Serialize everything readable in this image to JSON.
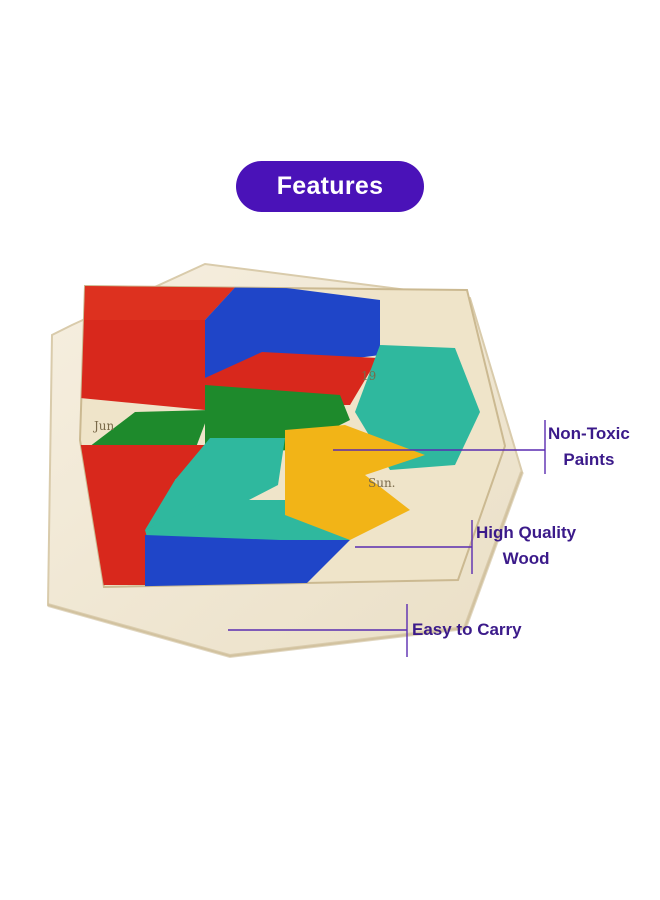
{
  "header": {
    "title": "Features"
  },
  "product": {
    "board_labels": {
      "month": "Jun",
      "day": "19",
      "weekday": "Sun."
    },
    "colors": {
      "red": "#d8281c",
      "blue": "#1f45c8",
      "green": "#1e8a2c",
      "teal": "#2fb89e",
      "yellow": "#f2b417",
      "wood": "#f1e9d6",
      "callout_line": "#5a2cb0",
      "badge": "#4a12b8"
    }
  },
  "callouts": [
    {
      "line1": "Non-Toxic",
      "line2": "Paints"
    },
    {
      "line1": "High Quality",
      "line2": "Wood"
    },
    {
      "line1": "Easy to Carry",
      "line2": ""
    }
  ]
}
